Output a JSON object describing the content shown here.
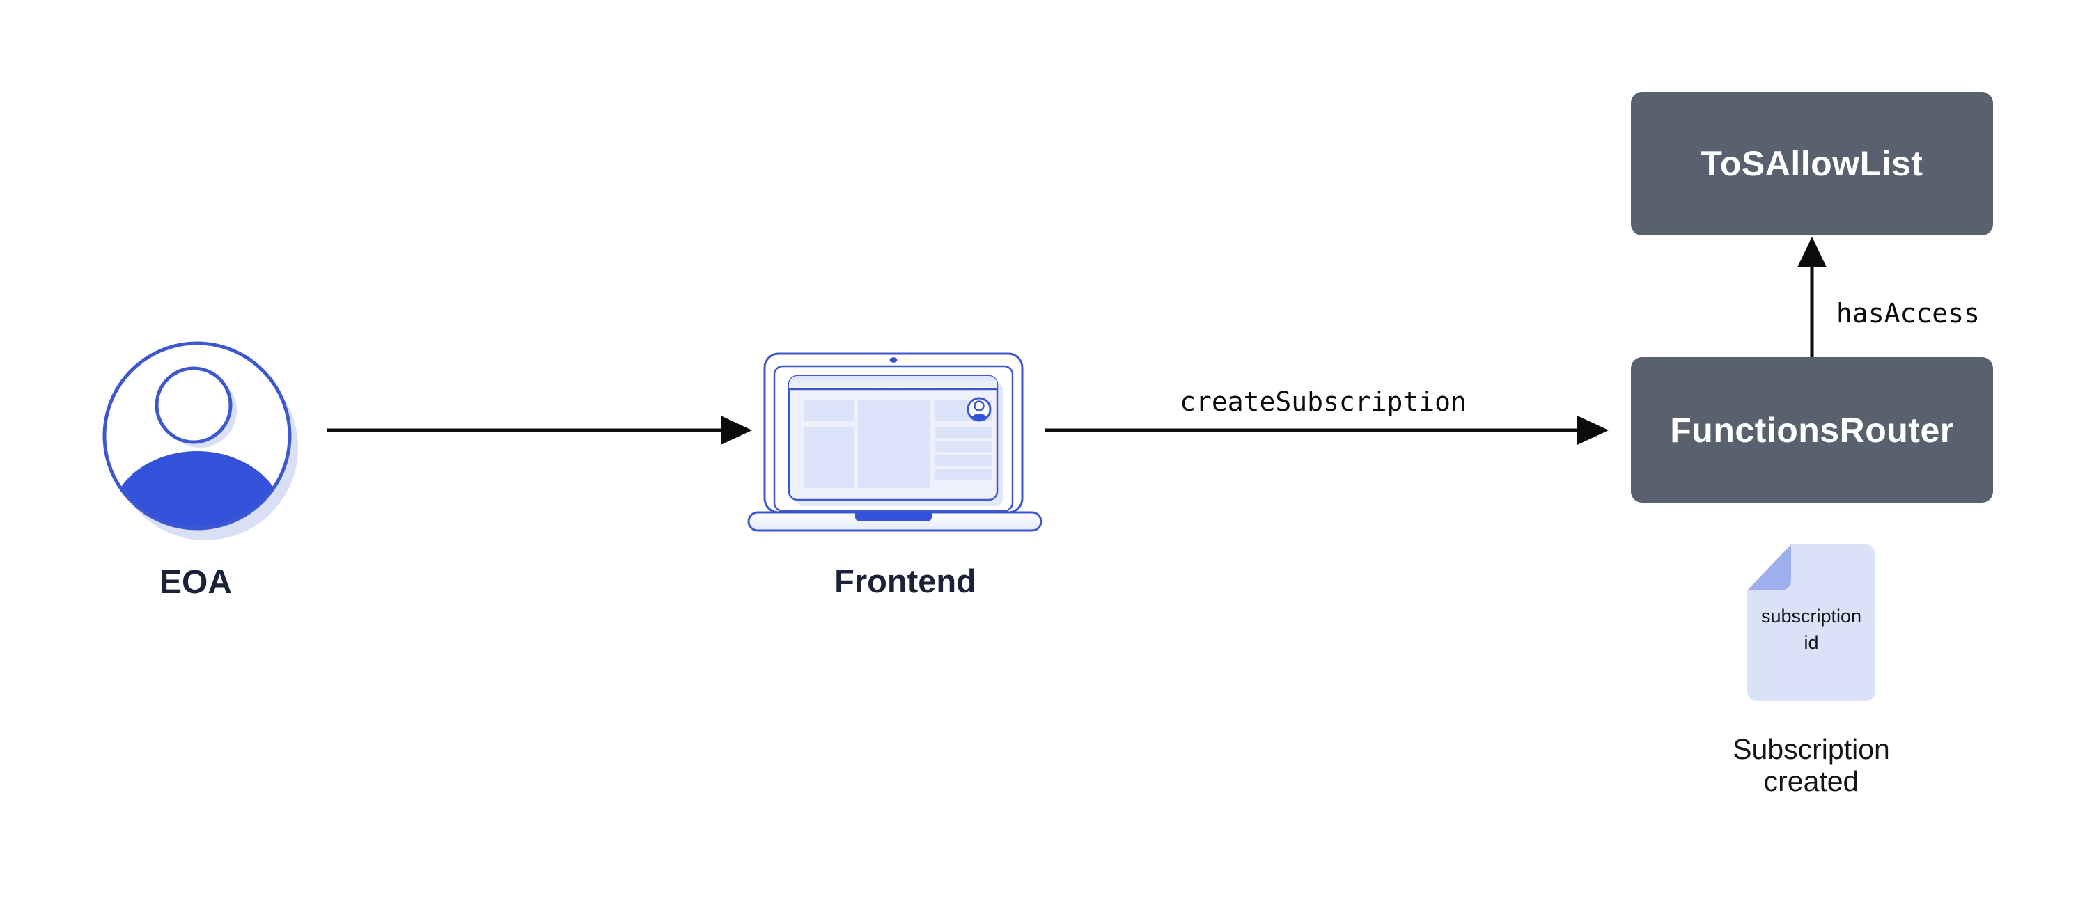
{
  "colors": {
    "primary_blue": "#3452d9",
    "outline_blue": "#3d57d0",
    "node_dark": "#59606e",
    "node_text": "#ffffff",
    "label_dark": "#1b2238",
    "text_black": "#131318",
    "arrow_black": "#0c0c0c",
    "light_fill": "#dbe3f8",
    "lighter_fill": "#eef1fb",
    "icon_shadow": "#d9e0f5",
    "window_shadow": "#e2e8f8",
    "doc_fill": "#dae2f8",
    "doc_fold": "#9fafee"
  },
  "nodes": {
    "eoa": {
      "label": "EOA"
    },
    "frontend": {
      "label": "Frontend"
    },
    "tos_allow_list": {
      "label": "ToSAllowList"
    },
    "functions_router": {
      "label": "FunctionsRouter"
    }
  },
  "edges": {
    "frontend_to_functions_router": {
      "label": "createSubscription"
    },
    "functions_router_to_tos_allow_list": {
      "label": "hasAccess"
    }
  },
  "artifacts": {
    "subscription_document": {
      "doc_text": "subscription\nid",
      "caption": "Subscription\ncreated"
    }
  }
}
